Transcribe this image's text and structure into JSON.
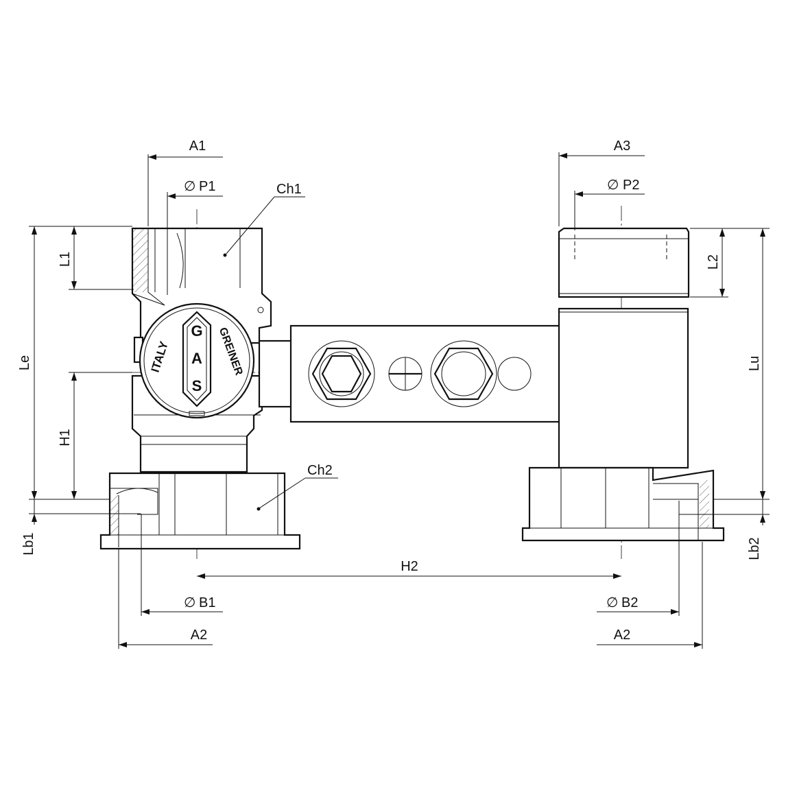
{
  "dimension_labels": {
    "a1": "A1",
    "p1": "P1",
    "ch1": "Ch1",
    "l1": "L1",
    "le": "Le",
    "h1": "H1",
    "ch2": "Ch2",
    "lb1": "Lb1",
    "b1": "B1",
    "a2_left": "A2",
    "h2": "H2",
    "a3": "A3",
    "p2": "P2",
    "l2": "L2",
    "lu": "Lu",
    "lb2": "Lb2",
    "b2": "B2",
    "a2_right": "A2"
  },
  "diameter_symbol": "∅",
  "valve_stamp": {
    "letters": [
      "G",
      "A",
      "S"
    ],
    "left_text": "ITALY",
    "right_text": "GREINER"
  }
}
